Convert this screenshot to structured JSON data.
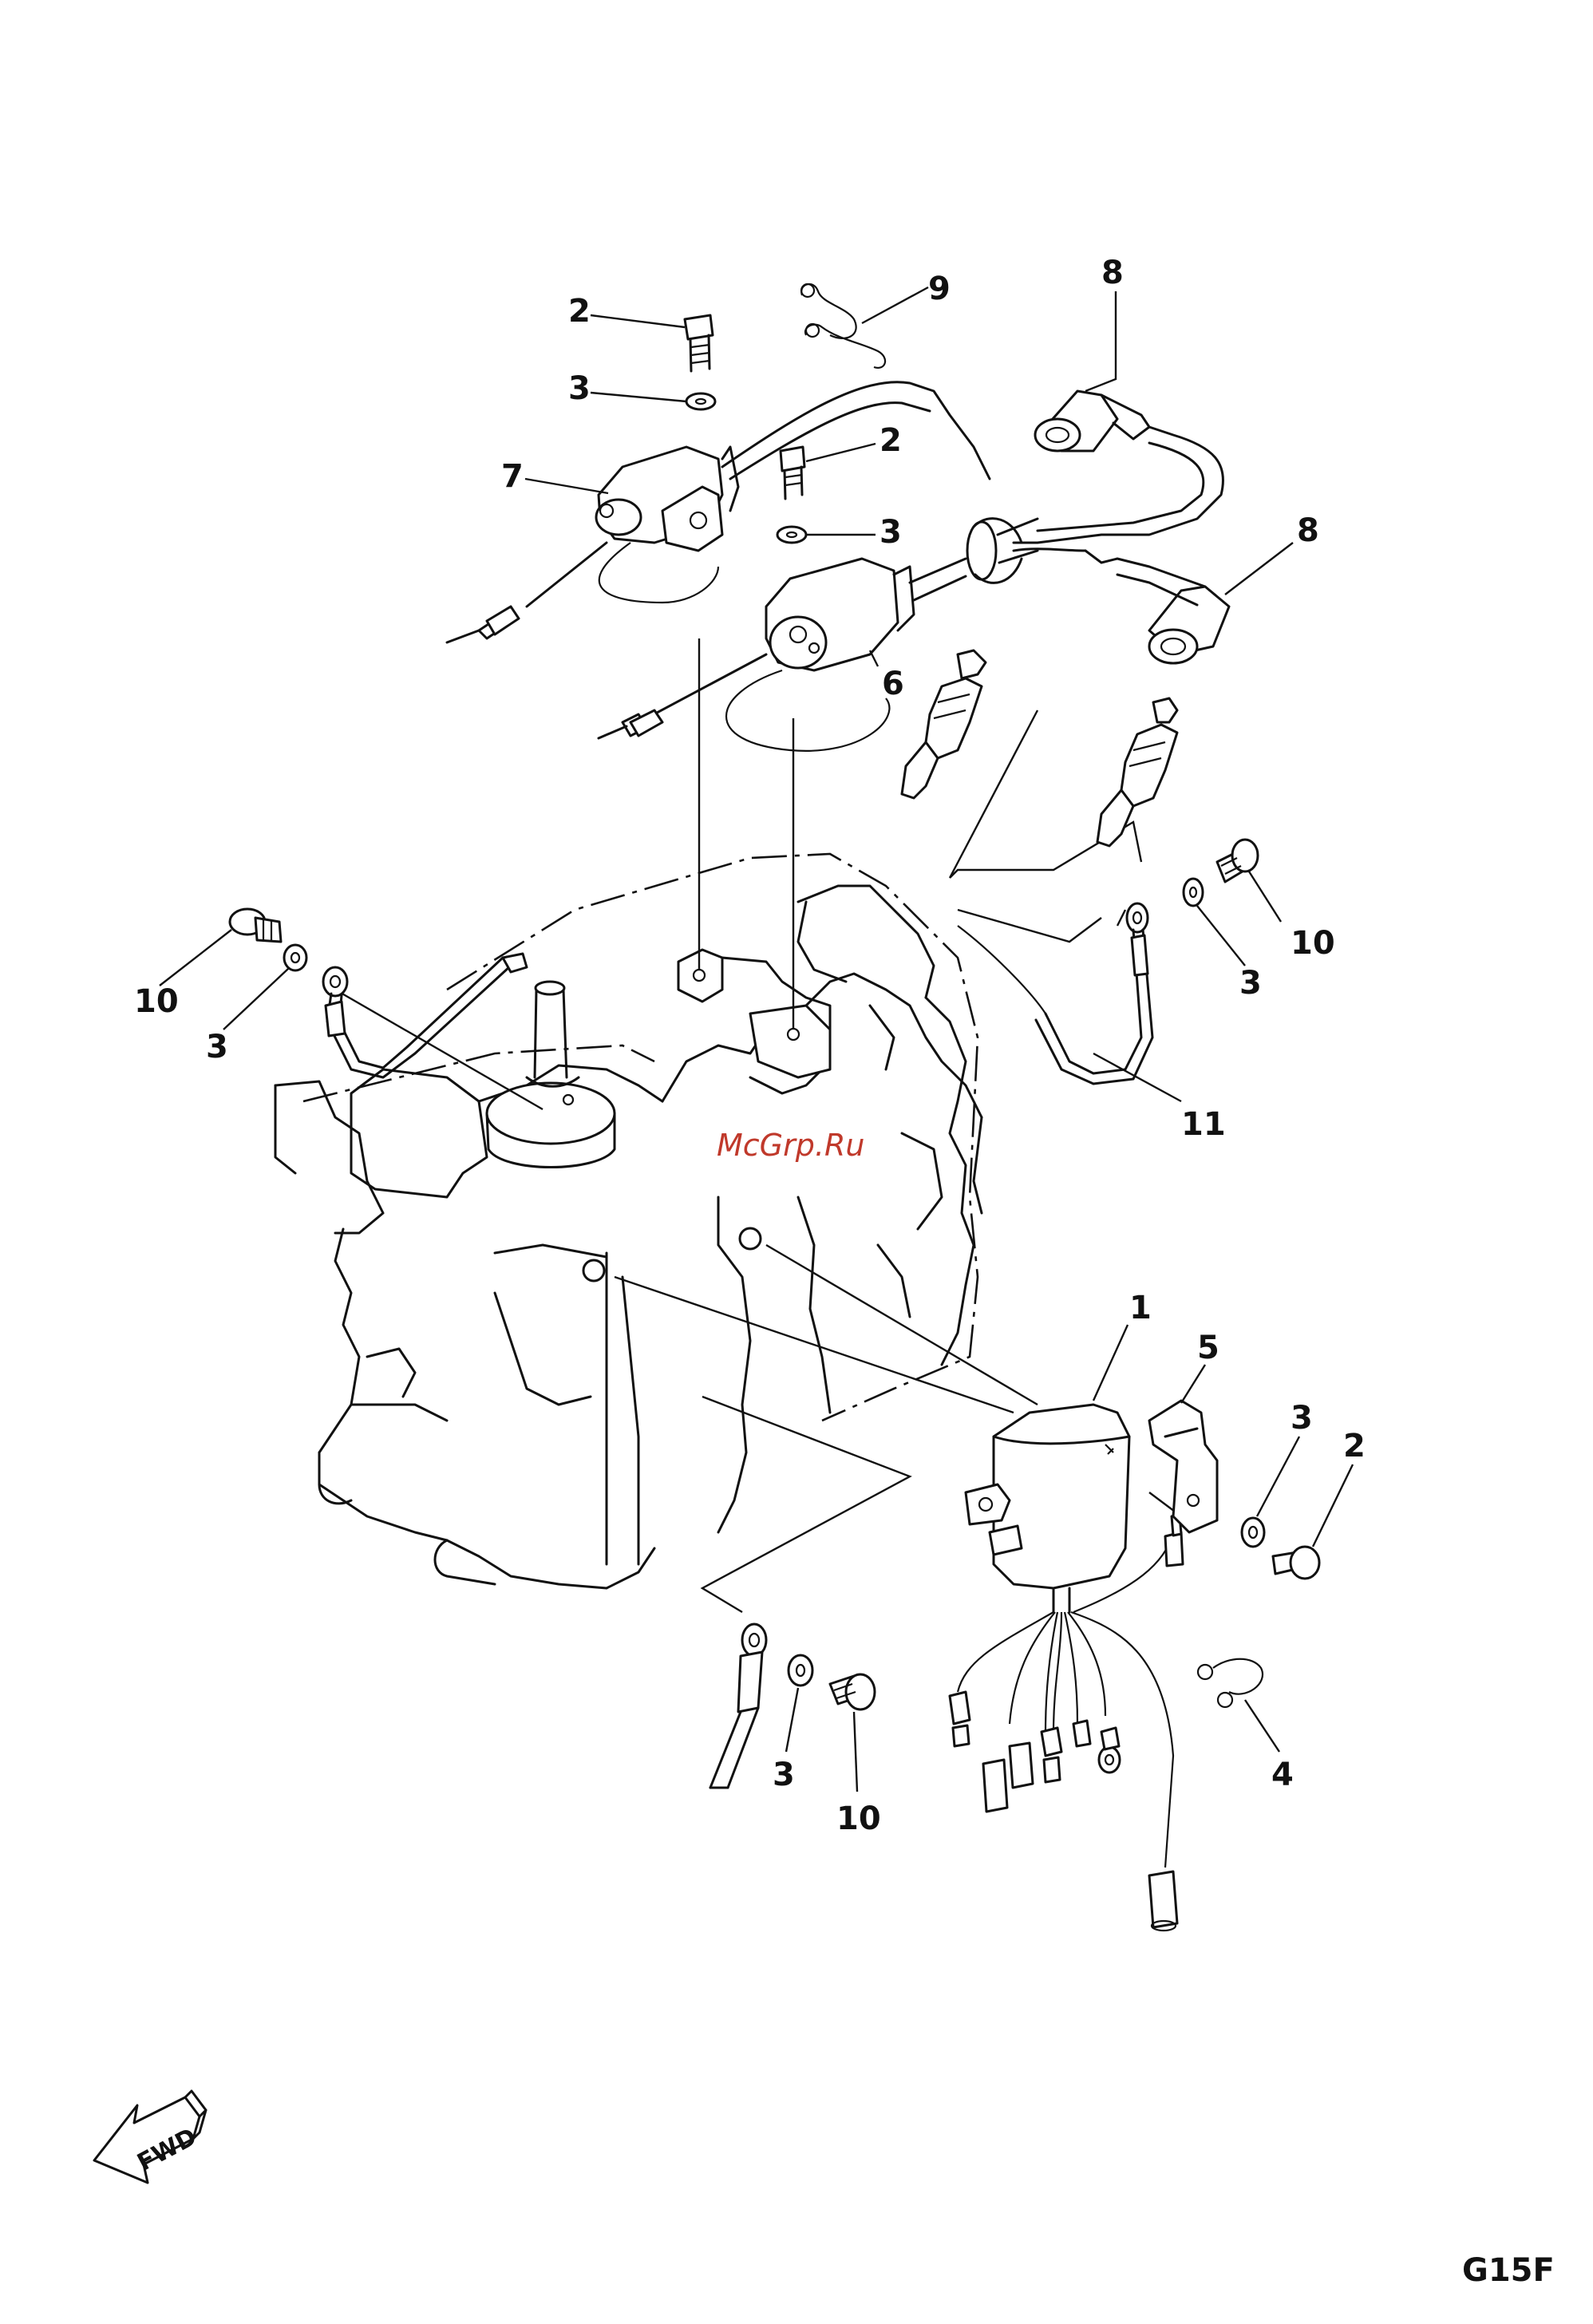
{
  "diagram": {
    "callouts": {
      "c1": "1",
      "c2a": "2",
      "c2b": "2",
      "c2c": "2",
      "c3a": "3",
      "c3b": "3",
      "c3c": "3",
      "c3d": "3",
      "c3e": "3",
      "c3f": "3",
      "c4": "4",
      "c5": "5",
      "c6": "6",
      "c7": "7",
      "c8a": "8",
      "c8b": "8",
      "c9": "9",
      "c10a": "10",
      "c10b": "10",
      "c10c": "10",
      "c11": "11"
    },
    "watermark": "McGrp.Ru",
    "direction_label": "FWD",
    "page_code": "G15F"
  },
  "colors": {
    "line": "#111111",
    "watermark": "#c0392b",
    "background": "#ffffff"
  }
}
